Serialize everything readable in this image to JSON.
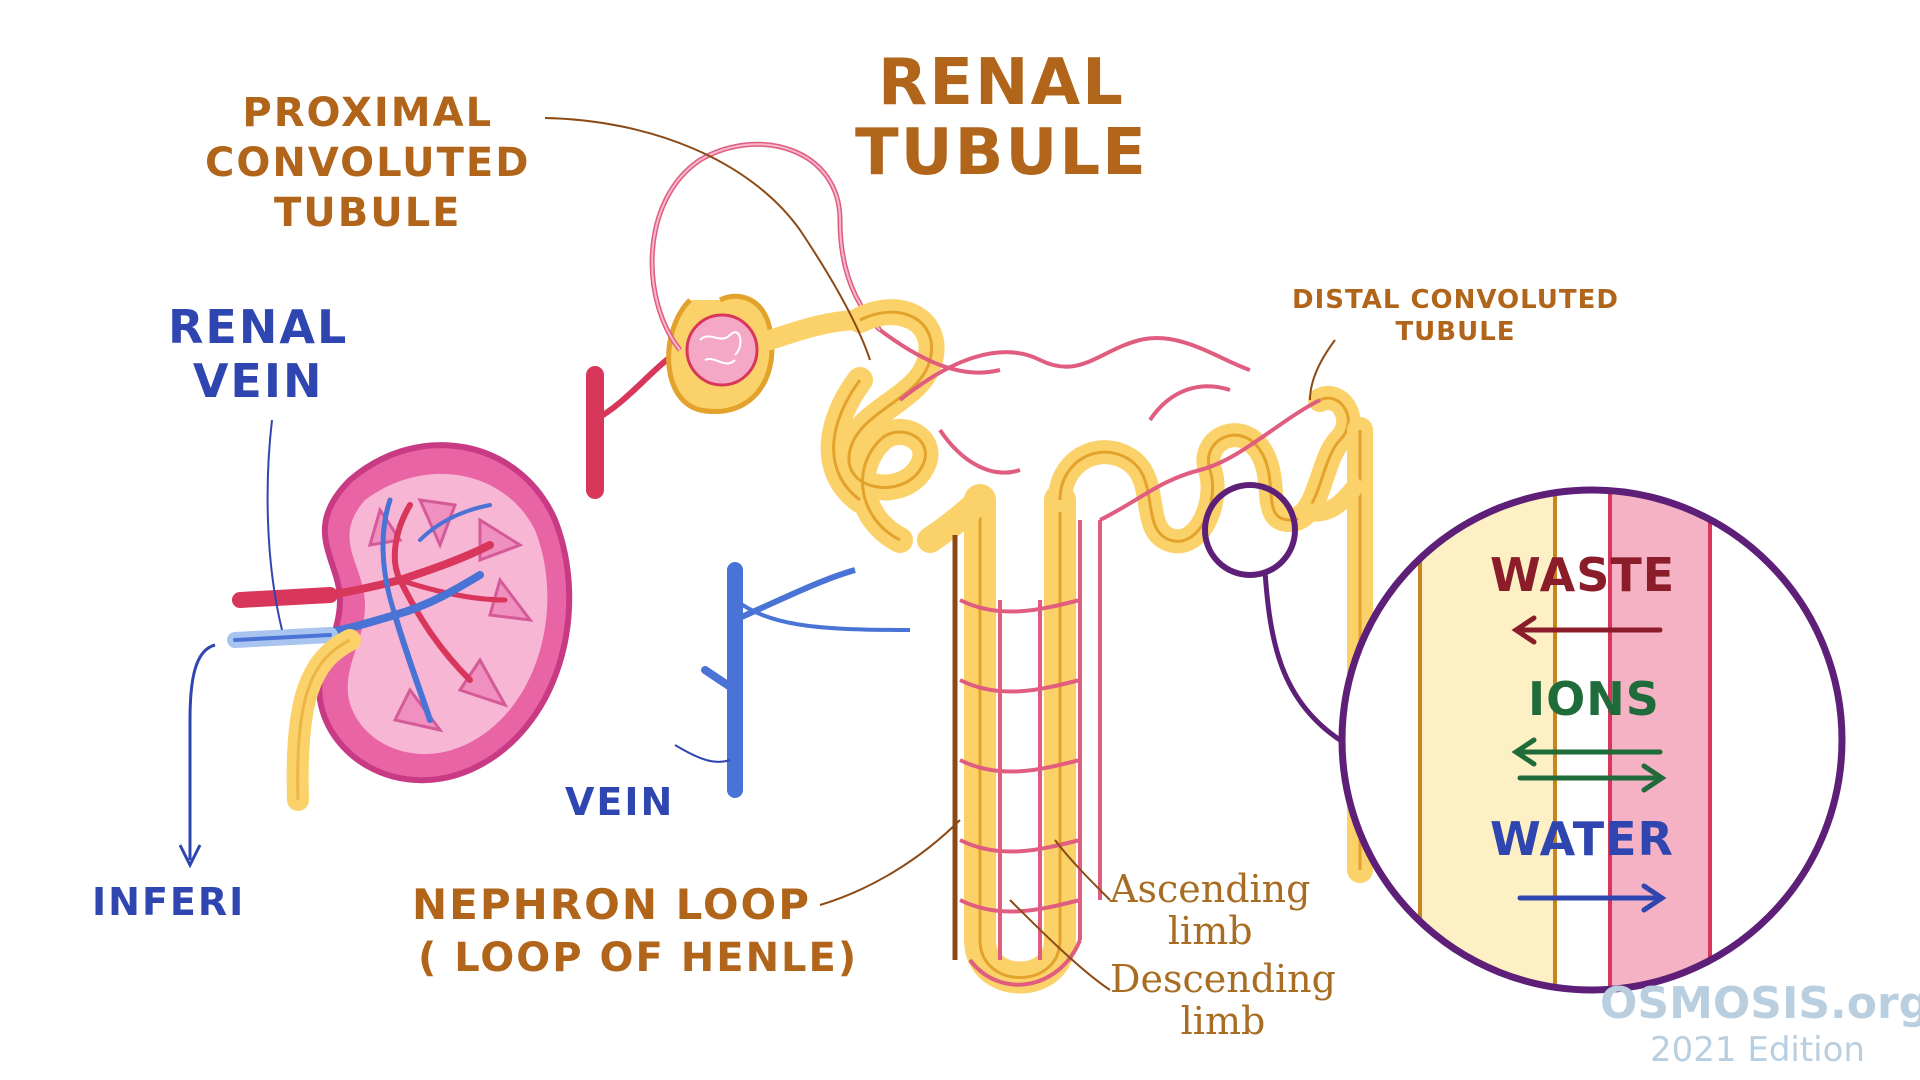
{
  "title": [
    "RENAL",
    "TUBULE"
  ],
  "labels": {
    "proximal": [
      "PROXIMAL",
      "CONVOLUTED",
      "TUBULE"
    ],
    "renal_vein": [
      "RENAL",
      "VEIN"
    ],
    "distal": [
      "DISTAL CONVOLUTED",
      "TUBULE"
    ],
    "inferi": "INFERI",
    "vein": "VEIN",
    "nephron_loop": "NEPHRON LOOP",
    "loop_of_henle": "( LOOP OF HENLE)",
    "ascending": [
      "Ascending",
      "limb"
    ],
    "descending": [
      "Descending",
      "limb"
    ]
  },
  "zoom": {
    "waste": "WASTE",
    "ions": "IONS",
    "water": "WATER"
  },
  "watermark": {
    "brand": "OSMOSIS.org",
    "edition": "2021 Edition"
  },
  "colors": {
    "tubule_fill": "#fbd26a",
    "tubule_stroke": "#e3a22c",
    "capillary": "#e05d7f",
    "artery": "#d8365a",
    "vein": "#4a73d6",
    "kidney": "#e864a4",
    "kidney_inner": "#f6b6d4",
    "zoom_ring": "#5e1f78",
    "waste_text": "#8b1c2a",
    "ions_text": "#1f6b3a",
    "water_text": "#2f46b0"
  }
}
